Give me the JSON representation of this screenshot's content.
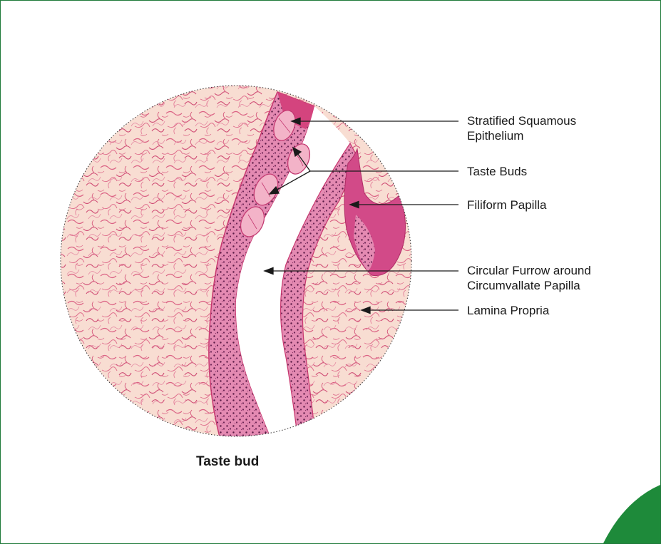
{
  "labels": {
    "stratified_squamous": "Stratified Squamous",
    "epithelium": "Epithelium",
    "taste_buds": "Taste Buds",
    "filiform_papilla": "Filiform Papilla",
    "circular_furrow_line1": "Circular Furrow around",
    "circular_furrow_line2": "Circumvallate Papilla",
    "lamina_propria": "Lamina Propria"
  },
  "caption": "Taste bud",
  "colors": {
    "frame_border": "#1f7a3a",
    "corner_accent": "#1e8a3a",
    "connective_tissue": "#f7d9cf",
    "fibers": "#d9587a",
    "epithelium": "#d9468a",
    "nuclei": "#5a1a45"
  }
}
